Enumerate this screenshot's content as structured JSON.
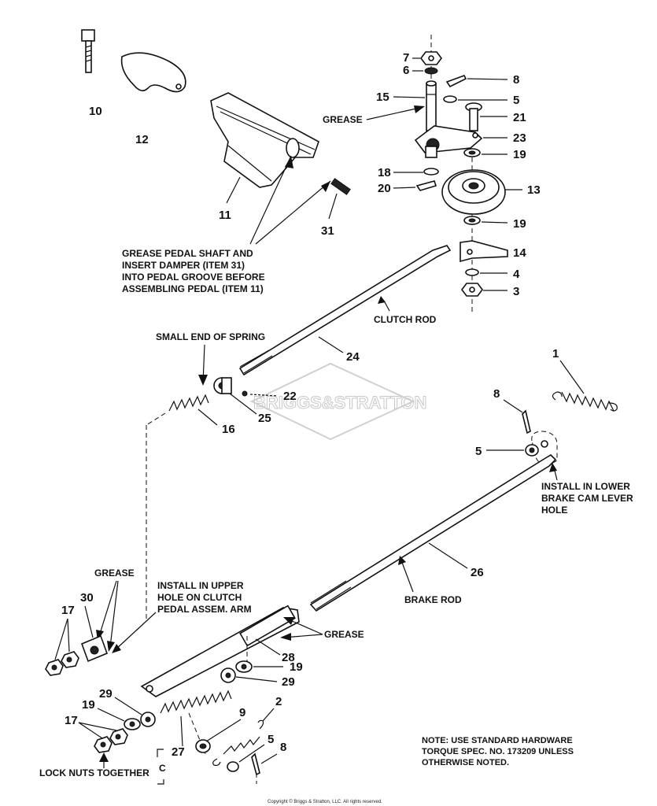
{
  "labels": {
    "grease_top": "GREASE",
    "grease_pedal_1": "GREASE PEDAL SHAFT AND",
    "grease_pedal_2": "INSERT DAMPER (ITEM 31)",
    "grease_pedal_3": "INTO PEDAL GROOVE BEFORE",
    "grease_pedal_4": "ASSEMBLING PEDAL (ITEM 11)",
    "clutch_rod": "CLUTCH ROD",
    "small_end": "SMALL END OF SPRING",
    "install_lower_1": "INSTALL IN LOWER",
    "install_lower_2": "BRAKE CAM LEVER",
    "install_lower_3": "HOLE",
    "brake_rod": "BRAKE ROD",
    "grease_left": "GREASE",
    "install_upper_1": "INSTALL IN UPPER",
    "install_upper_2": "HOLE ON CLUTCH",
    "install_upper_3": "PEDAL ASSEM. ARM",
    "grease_mid": "GREASE",
    "lock_nuts": "LOCK NUTS TOGETHER",
    "note_1": "NOTE: USE STANDARD  HARDWARE",
    "note_2": "TORQUE SPEC. NO. 173209 UNLESS",
    "note_3": "OTHERWISE NOTED.",
    "footer": "Copyright © Briggs & Stratton, LLC. All rights reserved.",
    "watermark": "BRIGGS&STRATTON",
    "inset_letter": "C"
  },
  "parts": {
    "p10": "10",
    "p12": "12",
    "p11": "11",
    "p31": "31",
    "p7": "7",
    "p6": "6",
    "p8a": "8",
    "p15": "15",
    "p5a": "5",
    "p21": "21",
    "p23": "23",
    "p19a": "19",
    "p18": "18",
    "p20": "20",
    "p13": "13",
    "p19b": "19",
    "p14": "14",
    "p4": "4",
    "p3": "3",
    "p24": "24",
    "p22": "22",
    "p25": "25",
    "p16": "16",
    "p1": "1",
    "p8b": "8",
    "p5b": "5",
    "p26": "26",
    "p30": "30",
    "p17a": "17",
    "p28": "28",
    "p19c": "19",
    "p29a": "29",
    "p29b": "29",
    "p19d": "19",
    "p17b": "17",
    "p27": "27",
    "p9": "9",
    "p2": "2",
    "p5c": "5",
    "p8c": "8"
  }
}
